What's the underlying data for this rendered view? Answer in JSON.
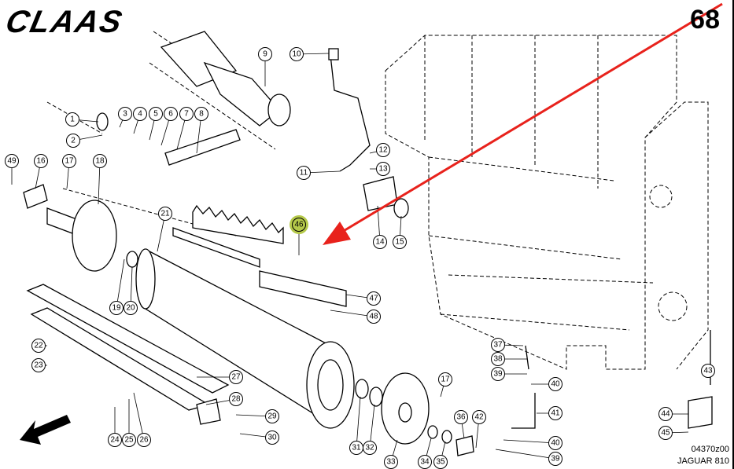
{
  "header": {
    "brand": "CLAAS",
    "page_number": "68"
  },
  "footer": {
    "drawing_code": "04370z00",
    "model": "JAGUAR 810"
  },
  "highlighted_callout": "46",
  "colors": {
    "highlight": "#b5c94a",
    "arrow": "#e8221c",
    "line": "#000000"
  },
  "callouts": [
    "1",
    "2",
    "3",
    "4",
    "5",
    "6",
    "7",
    "8",
    "9",
    "10",
    "11",
    "12",
    "13",
    "14",
    "15",
    "16",
    "17",
    "18",
    "19",
    "20",
    "21",
    "22",
    "23",
    "24",
    "25",
    "26",
    "27",
    "28",
    "29",
    "30",
    "31",
    "32",
    "33",
    "34",
    "35",
    "36",
    "37",
    "38",
    "39",
    "40",
    "41",
    "40",
    "39",
    "42",
    "43",
    "44",
    "45",
    "46",
    "47",
    "48",
    "49",
    "17"
  ]
}
